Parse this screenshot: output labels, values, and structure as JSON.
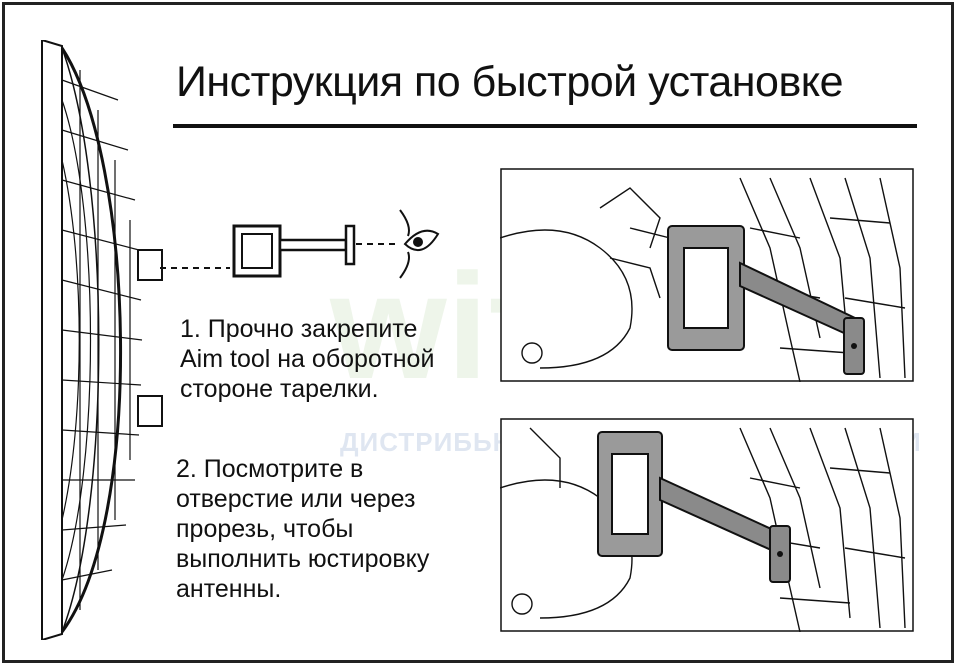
{
  "title": "Инструкция по быстрой установке",
  "steps": [
    "1. Прочно закрепите\nAim tool на оборотной\nстороне тарелки.",
    "2. Посмотрите в\nотверстие или через\nпрорезь, чтобы\nвыполнить юстировку\nантенны."
  ],
  "watermark": {
    "logo": "wifi.ru",
    "tagline": "ДИСТРИБЬЮТОР ОБОРУДОВАНИЯ СВЯЗИ"
  },
  "colors": {
    "ink": "#111111",
    "tool_gray": "#7a7a7a",
    "watermark_green": "#e4f0de",
    "watermark_blue": "#dfe6f1"
  }
}
